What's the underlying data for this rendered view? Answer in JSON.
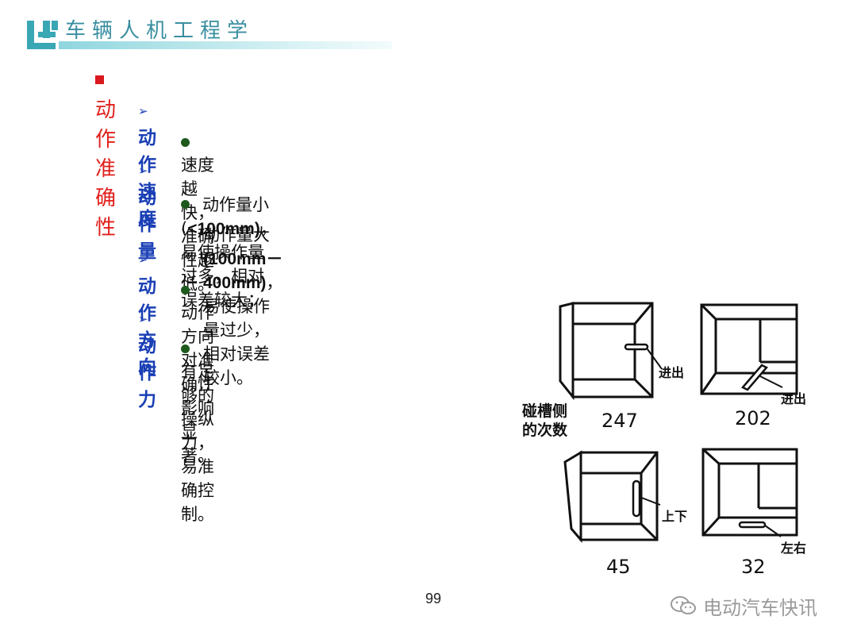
{
  "header": {
    "title": "车辆人机工程学",
    "logo_color": "#3aa7b5"
  },
  "main": {
    "heading": "动作准确性",
    "sections": [
      {
        "title": "动作速度",
        "bullets": [
          "速度越快，准确性越低。"
        ]
      },
      {
        "title": "动作量",
        "bullet_line1_a": "动作量小(",
        "bullet_line1_b": "<100mm)",
        "bullet_line1_c": "，易使操作量过多，相对误差较大；",
        "bullet_line2_a": "动作量大",
        "bullet_line2_b": "(100mm－400mm)",
        "bullet_line2_c": "，易使操作量过少，相对误差较小。"
      },
      {
        "title": "动作方向",
        "bullets": [
          "动作方向对准确性影响显著。"
        ]
      },
      {
        "title": "动作力",
        "bullets": [
          "有足够的操纵力，易准确控制。"
        ]
      }
    ]
  },
  "figure": {
    "side_label_line1": "碰槽侧",
    "side_label_line2": "的次数",
    "boxes": [
      {
        "direction": "进出",
        "count": "247"
      },
      {
        "direction": "进出",
        "count": "202"
      },
      {
        "direction": "上下",
        "count": "45"
      },
      {
        "direction": "左右",
        "count": "32"
      }
    ]
  },
  "footer": {
    "page_number": "99",
    "watermark": "电动汽车快讯"
  }
}
